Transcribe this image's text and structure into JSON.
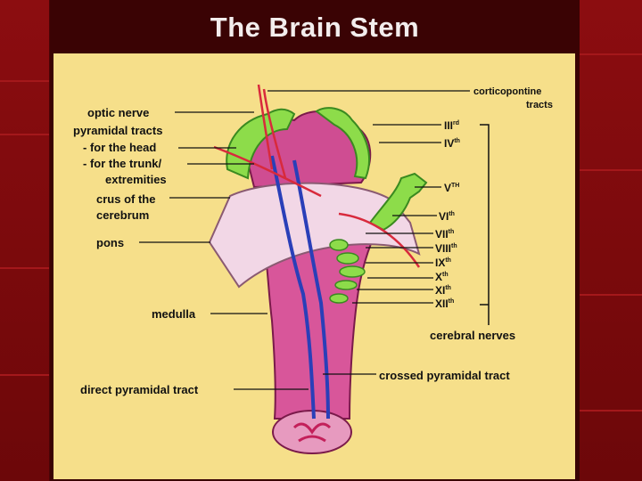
{
  "slide": {
    "title": "The Brain Stem"
  },
  "labels": {
    "optic_nerve": "optic nerve",
    "pyramidal_tracts": "pyramidal tracts",
    "for_the_head": "- for the head",
    "for_the_trunk": "- for the trunk/",
    "extremities": "extremities",
    "crus_1": "crus of the",
    "crus_2": "cerebrum",
    "pons": "pons",
    "medulla": "medulla",
    "direct_pyramidal_tract": "direct pyramidal tract",
    "corticopontine_1": "corticopontine",
    "corticopontine_2": "tracts",
    "cerebral_nerves": "cerebral nerves",
    "crossed_pyramidal_tract": "crossed pyramidal tract"
  },
  "nerves": [
    {
      "base": "III",
      "sup": "rd"
    },
    {
      "base": "IV",
      "sup": "th"
    },
    {
      "base": "V",
      "sup": "TH"
    },
    {
      "base": "VI",
      "sup": "th"
    },
    {
      "base": "VII",
      "sup": "th"
    },
    {
      "base": "VIII",
      "sup": "th"
    },
    {
      "base": "IX",
      "sup": "th"
    },
    {
      "base": "X",
      "sup": "th"
    },
    {
      "base": "XI",
      "sup": "th"
    },
    {
      "base": "XII",
      "sup": "th"
    }
  ],
  "colors": {
    "panel": "#f6df8a",
    "brainstem": "#d8569a",
    "pons": "#f2d7e6",
    "nerves_green": "#8ddc4a",
    "tract_blue": "#2a3fb8",
    "tract_red": "#d82a3c"
  }
}
